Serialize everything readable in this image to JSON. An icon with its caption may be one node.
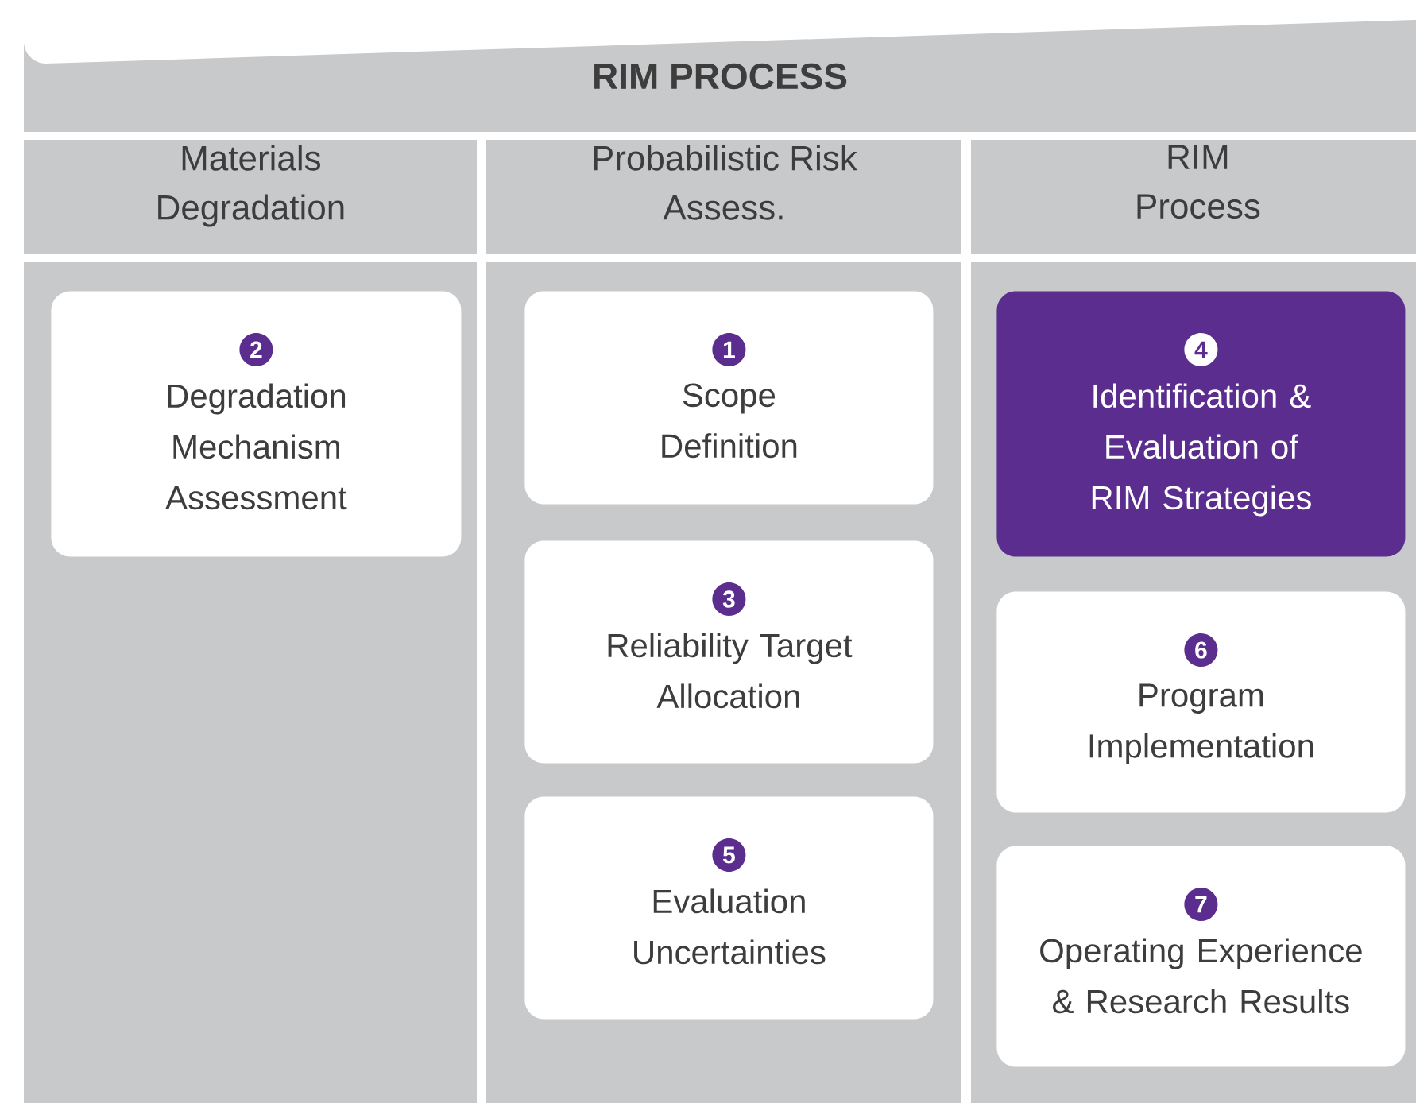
{
  "diagram": {
    "title": "RIM PROCESS",
    "nodes": [
      {
        "text": [
          "Materials Degradation"
        ]
      },
      {
        "text": [
          "Probabilistic Risk Assess."
        ]
      },
      {
        "text": [
          "RIM Process"
        ]
      },
      {
        "text": [
          "2",
          "Degradation Mechanism Assessment"
        ],
        "in": 0
      },
      {
        "text": [
          "1",
          "Scope Definition"
        ],
        "in": 1
      },
      {
        "text": [
          "3",
          "Reliability Target Allocation"
        ],
        "in": 1
      },
      {
        "text": [
          "5",
          "Evaluation Uncertainties"
        ],
        "in": 1
      },
      {
        "text": [
          "4",
          "Identification & Evaluation of RIM Strategies"
        ],
        "in": 2
      },
      {
        "text": [
          "6",
          "Program Implementation"
        ],
        "in": 2
      },
      {
        "text": [
          "7",
          "Operating Experience & Research Results"
        ],
        "in": 2
      }
    ]
  }
}
